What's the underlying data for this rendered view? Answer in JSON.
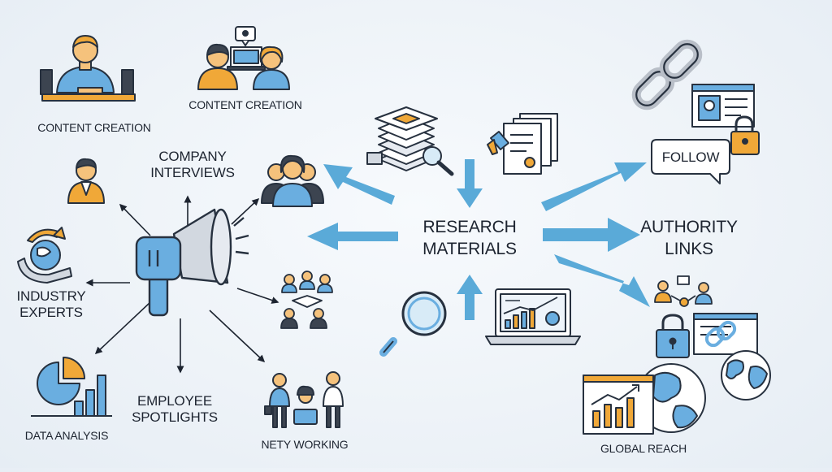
{
  "center": {
    "line1": "RESEARCH",
    "line2": "MATERIALS"
  },
  "authority": {
    "line1": "AUTHORITY",
    "line2": "LINKS"
  },
  "left_nodes": {
    "content_creation_1": "CONTENT CREATION",
    "content_creation_2": "CONTENT CREATION",
    "company_interviews": {
      "line1": "COMPANY",
      "line2": "INTERVIEWS"
    },
    "industry_experts": {
      "line1": "INDUSTRY",
      "line2": "EXPERTS"
    },
    "employee_spotlights": {
      "line1": "EMPLOYEE",
      "line2": "SPOTLIGHTS"
    },
    "data_analysis": "DATA ANALYSIS",
    "networking": "NETY WORKING"
  },
  "right_nodes": {
    "follow_bubble": "FOLLOW",
    "global_reach": "GLOBAL REACH"
  },
  "colors": {
    "accent_blue": "#5aaad8",
    "icon_outline": "#27313f",
    "skin": "#f5c27c",
    "orange": "#f0a838",
    "hair": "#3c4450",
    "gray": "#b9bfc8"
  },
  "icons": [
    "desk-worker-icon",
    "team-meeting-icon",
    "businessman-icon",
    "company-team-icon",
    "megaphone-icon",
    "hand-globe-icon",
    "group-handshake-icon",
    "pie-bar-chart-icon",
    "networking-people-icon",
    "document-stack-icon",
    "certificate-icon",
    "magnifier-icon",
    "laptop-analytics-icon",
    "chain-link-icon",
    "web-profile-icon",
    "padlock-icon",
    "follow-bubble-icon",
    "people-network-icon",
    "secure-link-icon",
    "globe-icon",
    "growth-chart-icon"
  ]
}
